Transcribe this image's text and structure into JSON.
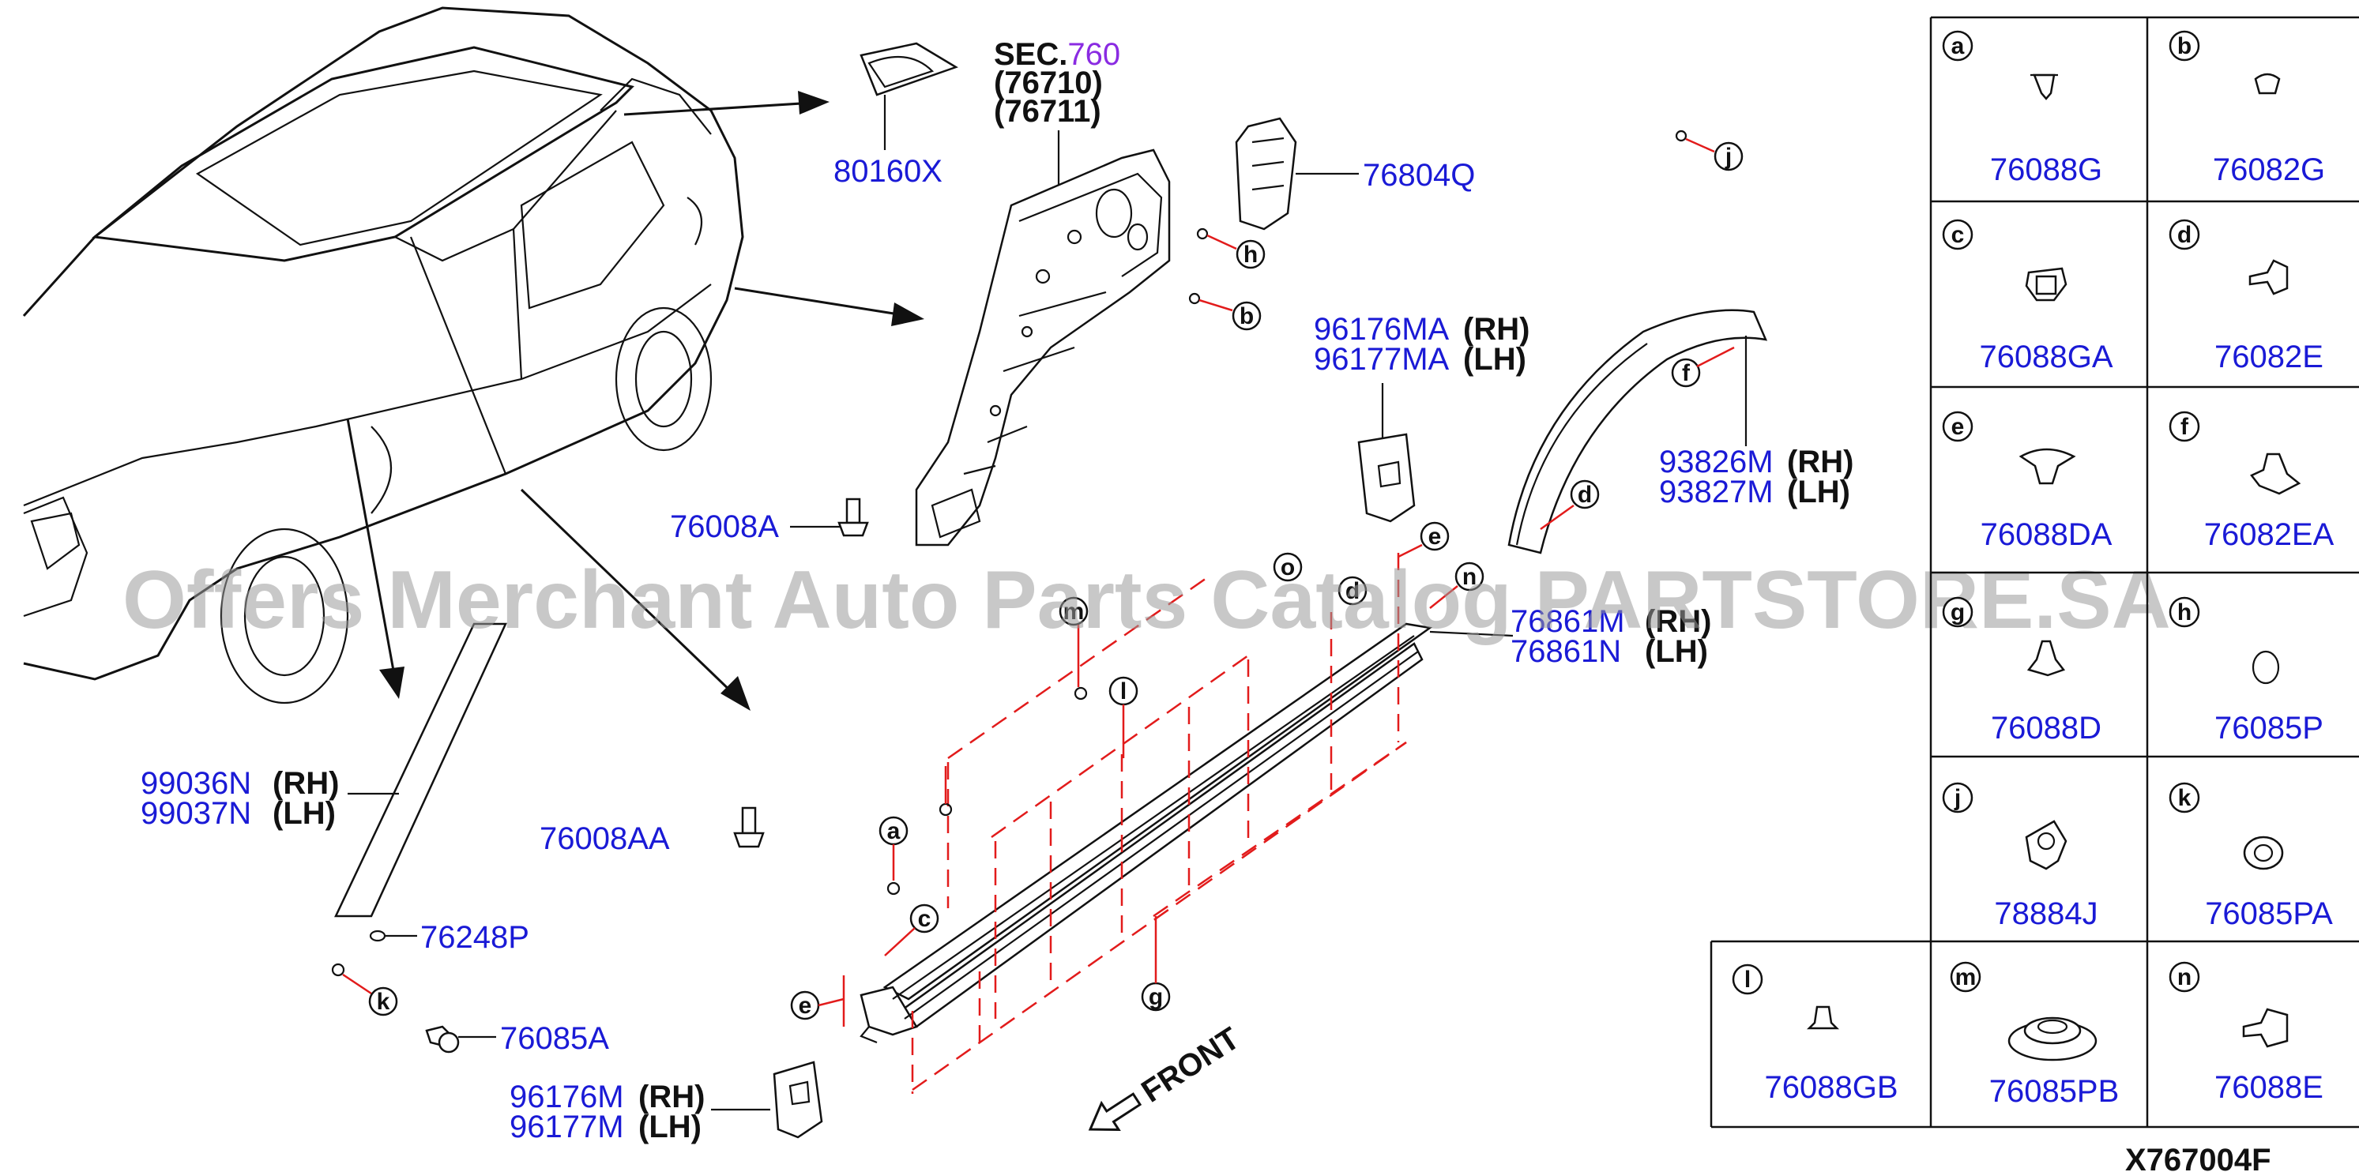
{
  "section": {
    "prefix": "SEC.",
    "number": "760",
    "refs": [
      "(76710)",
      "(76711)"
    ]
  },
  "watermark": "Offers Merchant Auto Parts Catalog PARTSTORE.SA",
  "diagram_code": "X767004F",
  "front_label": "FRONT",
  "callouts": {
    "p80160X": "80160X",
    "p76804Q": "76804Q",
    "p96176MA": "96176MA",
    "p96177MA": "96177MA",
    "p93826M": "93826M",
    "p93827M": "93827M",
    "p76008A": "76008A",
    "p76861M": "76861M",
    "p76861N": "76861N",
    "p99036N": "99036N",
    "p99037N": "99037N",
    "p76008AA": "76008AA",
    "p76248P": "76248P",
    "p76085A": "76085A",
    "p96176M": "96176M",
    "p96177M": "96177M",
    "rh": "(RH)",
    "lh": "(LH)"
  },
  "refs": {
    "a": "a",
    "b": "b",
    "c": "c",
    "d": "d",
    "e": "e",
    "f": "f",
    "g": "g",
    "h": "h",
    "j": "j",
    "k": "k",
    "l": "l",
    "m": "m",
    "n": "n",
    "o": "o"
  },
  "legend": [
    {
      "letter": "a",
      "part": "76088G"
    },
    {
      "letter": "b",
      "part": "76082G"
    },
    {
      "letter": "c",
      "part": "76088GA"
    },
    {
      "letter": "d",
      "part": "76082E"
    },
    {
      "letter": "e",
      "part": "76088DA"
    },
    {
      "letter": "f",
      "part": "76082EA"
    },
    {
      "letter": "g",
      "part": "76088D"
    },
    {
      "letter": "h",
      "part": "76085P"
    },
    {
      "letter": "j",
      "part": "78884J"
    },
    {
      "letter": "k",
      "part": "76085PA"
    },
    {
      "letter": "l",
      "part": "76088GB"
    },
    {
      "letter": "m",
      "part": "76085PB"
    },
    {
      "letter": "n",
      "part": "76088E"
    }
  ]
}
